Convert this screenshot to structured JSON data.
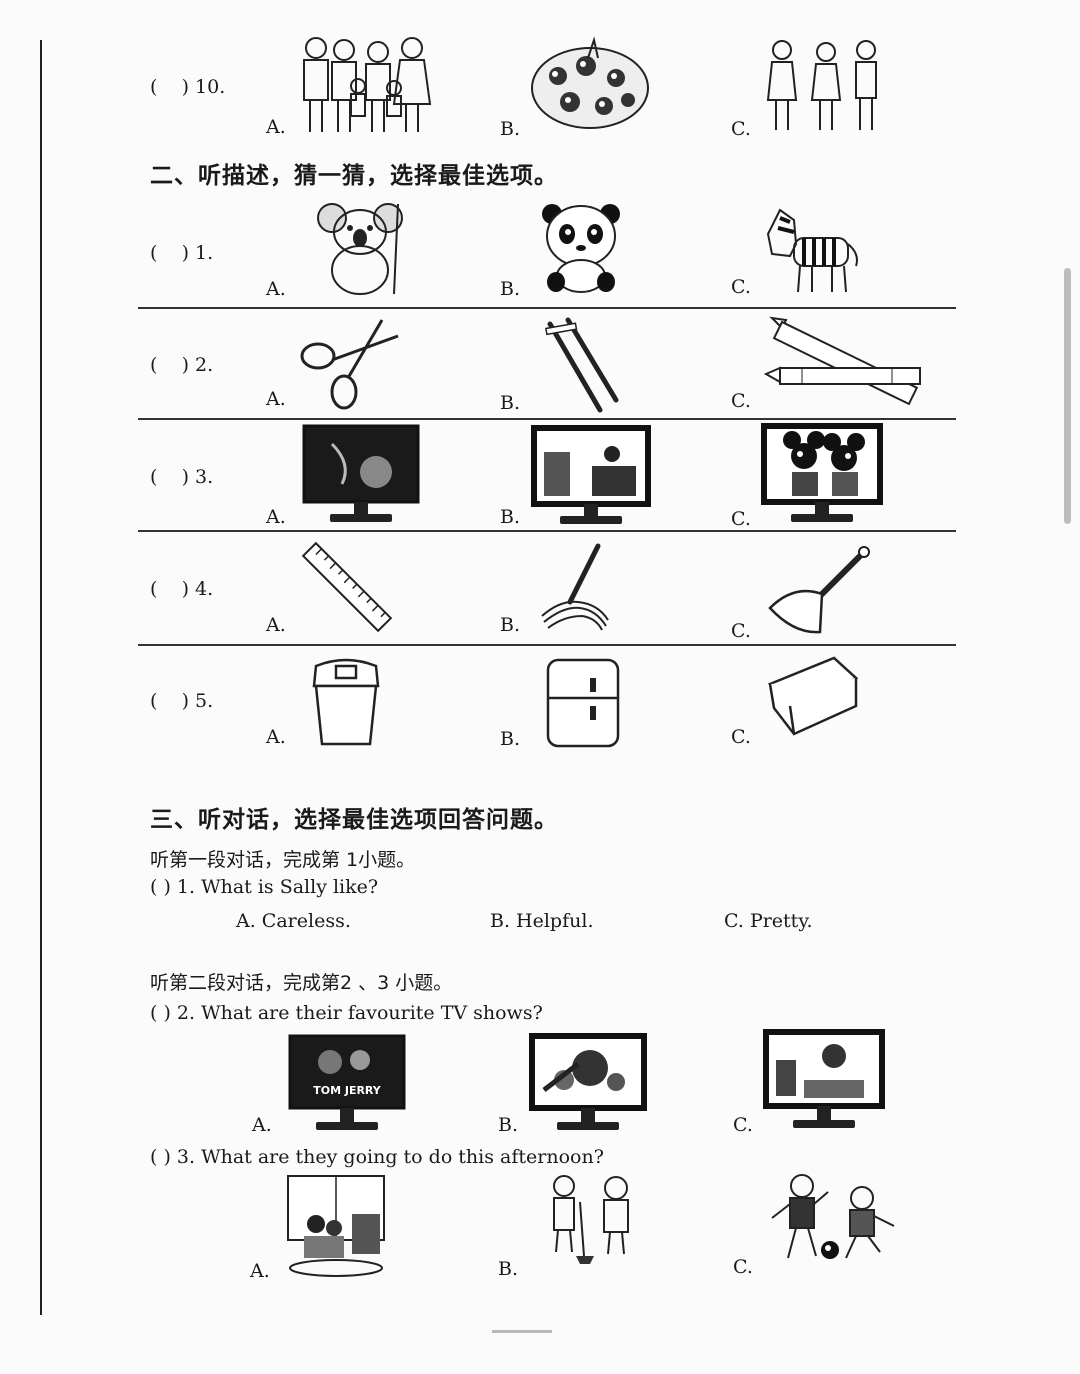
{
  "q_prev": {
    "no": "(    ) 10.",
    "options": [
      "A.",
      "B.",
      "C."
    ]
  },
  "section2": {
    "heading": "二、听描述，猜一猜，选择最佳选项。",
    "questions": [
      {
        "no": "(    ) 1.",
        "options": [
          "A.",
          "B.",
          "C."
        ]
      },
      {
        "no": "(    ) 2.",
        "options": [
          "A.",
          "B.",
          "C."
        ]
      },
      {
        "no": "(    ) 3.",
        "options": [
          "A.",
          "B.",
          "C."
        ]
      },
      {
        "no": "(    ) 4.",
        "options": [
          "A.",
          "B.",
          "C."
        ]
      },
      {
        "no": "(    ) 5.",
        "options": [
          "A.",
          "B.",
          "C."
        ]
      }
    ]
  },
  "section3": {
    "heading": "三、听对话，选择最佳选项回答问题。",
    "part1": {
      "intro": "听第一段对话，完成第 1小题。",
      "q1": {
        "text": "(    ) 1. What is Sally like?",
        "options": [
          "A. Careless.",
          "B. Helpful.",
          "C. Pretty."
        ]
      }
    },
    "part2": {
      "intro": "听第二段对话，完成第2 、3 小题。",
      "q2": {
        "text": "(    ) 2. What are their favourite TV shows?",
        "options": [
          "A.",
          "B.",
          "C."
        ],
        "tv_logo": "TOM JERRY"
      },
      "q3": {
        "text": "(    ) 3. What are they going to do this afternoon?",
        "options": [
          "A.",
          "B.",
          "C."
        ]
      }
    }
  },
  "icons": {
    "q10": [
      "family-icon",
      "animals-group-icon",
      "three-kids-icon"
    ],
    "s2q1": [
      "koala-icon",
      "panda-icon",
      "zebra-icon"
    ],
    "s2q2": [
      "scissors-icon",
      "chopsticks-icon",
      "crayons-icon"
    ],
    "s2q3": [
      "tv-nature-show-icon",
      "tv-news-icon",
      "tv-cartoon-icon"
    ],
    "s2q4": [
      "ruler-icon",
      "mop-icon",
      "dustpan-icon"
    ],
    "s2q5": [
      "trash-bin-icon",
      "fridge-icon",
      "pencil-box-icon"
    ]
  }
}
